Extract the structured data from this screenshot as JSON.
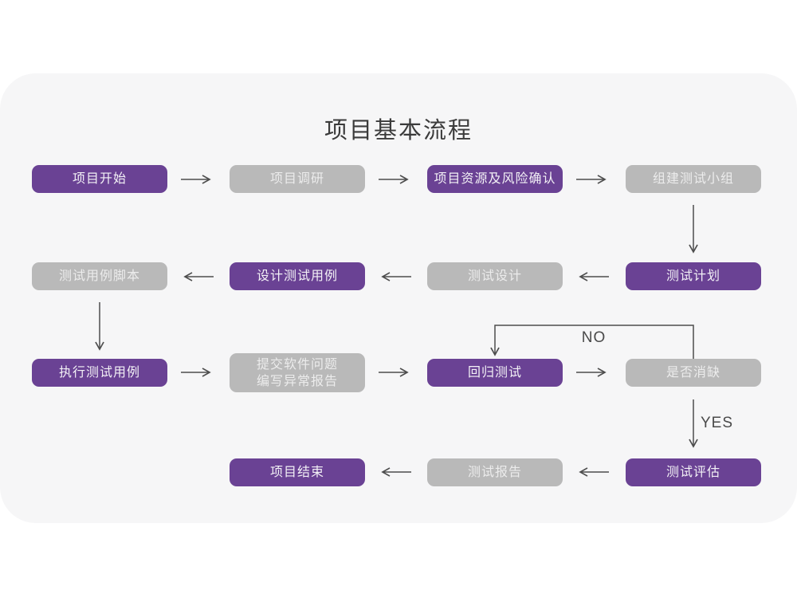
{
  "title": "项目基本流程",
  "colors": {
    "purple": "#6a4294",
    "gray": "#b9b9b9",
    "panel": "#f6f6f7",
    "line": "#4d4d4d"
  },
  "edge_labels": {
    "no": "NO",
    "yes": "YES"
  },
  "nodes": [
    {
      "id": "project-start",
      "label": "项目开始",
      "variant": "purple"
    },
    {
      "id": "project-research",
      "label": "项目调研",
      "variant": "gray"
    },
    {
      "id": "resource-risk-confirm",
      "label": "项目资源及风险确认",
      "variant": "purple"
    },
    {
      "id": "build-test-team",
      "label": "组建测试小组",
      "variant": "gray"
    },
    {
      "id": "test-case-script",
      "label": "测试用例脚本",
      "variant": "gray"
    },
    {
      "id": "design-test-case",
      "label": "设计测试用例",
      "variant": "purple"
    },
    {
      "id": "test-design",
      "label": "测试设计",
      "variant": "gray"
    },
    {
      "id": "test-plan",
      "label": "测试计划",
      "variant": "purple"
    },
    {
      "id": "run-test-case",
      "label": "执行测试用例",
      "variant": "purple"
    },
    {
      "id": "submit-issue-report",
      "label": "提交软件问题\n编写异常报告",
      "variant": "gray"
    },
    {
      "id": "regression-test",
      "label": "回归测试",
      "variant": "purple"
    },
    {
      "id": "defect-cleared",
      "label": "是否消缺",
      "variant": "gray"
    },
    {
      "id": "project-end",
      "label": "项目结束",
      "variant": "purple"
    },
    {
      "id": "test-report",
      "label": "测试报告",
      "variant": "gray"
    },
    {
      "id": "test-evaluation",
      "label": "测试评估",
      "variant": "purple"
    }
  ],
  "edges": [
    {
      "from": "project-start",
      "to": "project-research"
    },
    {
      "from": "project-research",
      "to": "resource-risk-confirm"
    },
    {
      "from": "resource-risk-confirm",
      "to": "build-test-team"
    },
    {
      "from": "build-test-team",
      "to": "test-plan"
    },
    {
      "from": "test-plan",
      "to": "test-design"
    },
    {
      "from": "test-design",
      "to": "design-test-case"
    },
    {
      "from": "design-test-case",
      "to": "test-case-script"
    },
    {
      "from": "test-case-script",
      "to": "run-test-case"
    },
    {
      "from": "run-test-case",
      "to": "submit-issue-report"
    },
    {
      "from": "submit-issue-report",
      "to": "regression-test"
    },
    {
      "from": "regression-test",
      "to": "defect-cleared"
    },
    {
      "from": "defect-cleared",
      "to": "regression-test",
      "label": "NO"
    },
    {
      "from": "defect-cleared",
      "to": "test-evaluation",
      "label": "YES"
    },
    {
      "from": "test-evaluation",
      "to": "test-report"
    },
    {
      "from": "test-report",
      "to": "project-end"
    }
  ]
}
